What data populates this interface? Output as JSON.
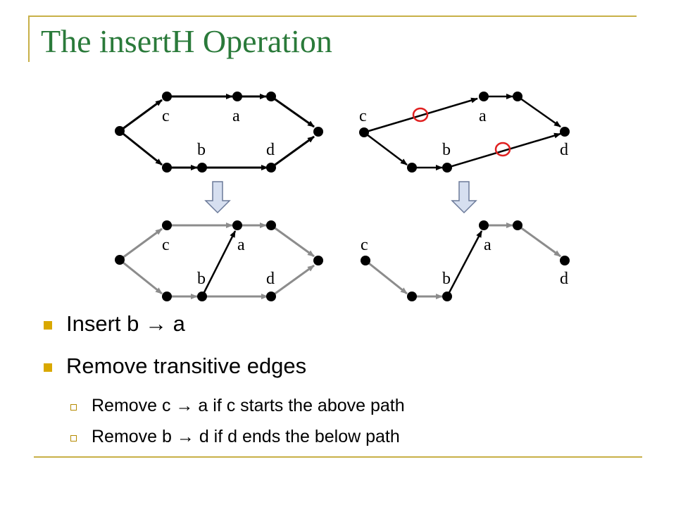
{
  "slide": {
    "title": "The insertH Operation"
  },
  "diagram": {
    "node_labels": {
      "top_left": [
        "c",
        "a",
        "b",
        "d"
      ],
      "top_right": [
        "c",
        "a",
        "b",
        "d"
      ],
      "bottom_left": [
        "c",
        "a",
        "b",
        "d"
      ],
      "bottom_right": [
        "c",
        "a",
        "b",
        "d"
      ]
    },
    "colors": {
      "edge_black": "#000000",
      "edge_gray": "#8c8c8c",
      "removed_marker": "#e02020",
      "arrow_fill": "#d6dff0",
      "arrow_stroke": "#6b7a99"
    }
  },
  "bullets": [
    {
      "level": 1,
      "text": "Insert b → a"
    },
    {
      "level": 1,
      "text": "Remove transitive edges"
    },
    {
      "level": 2,
      "text": "Remove c → a if c starts the above path"
    },
    {
      "level": 2,
      "text": "Remove b → d if d ends the below path"
    }
  ],
  "theme": {
    "title_color": "#2a7a3a",
    "rule_color": "#c8b048",
    "bullet_color": "#d9a800"
  }
}
